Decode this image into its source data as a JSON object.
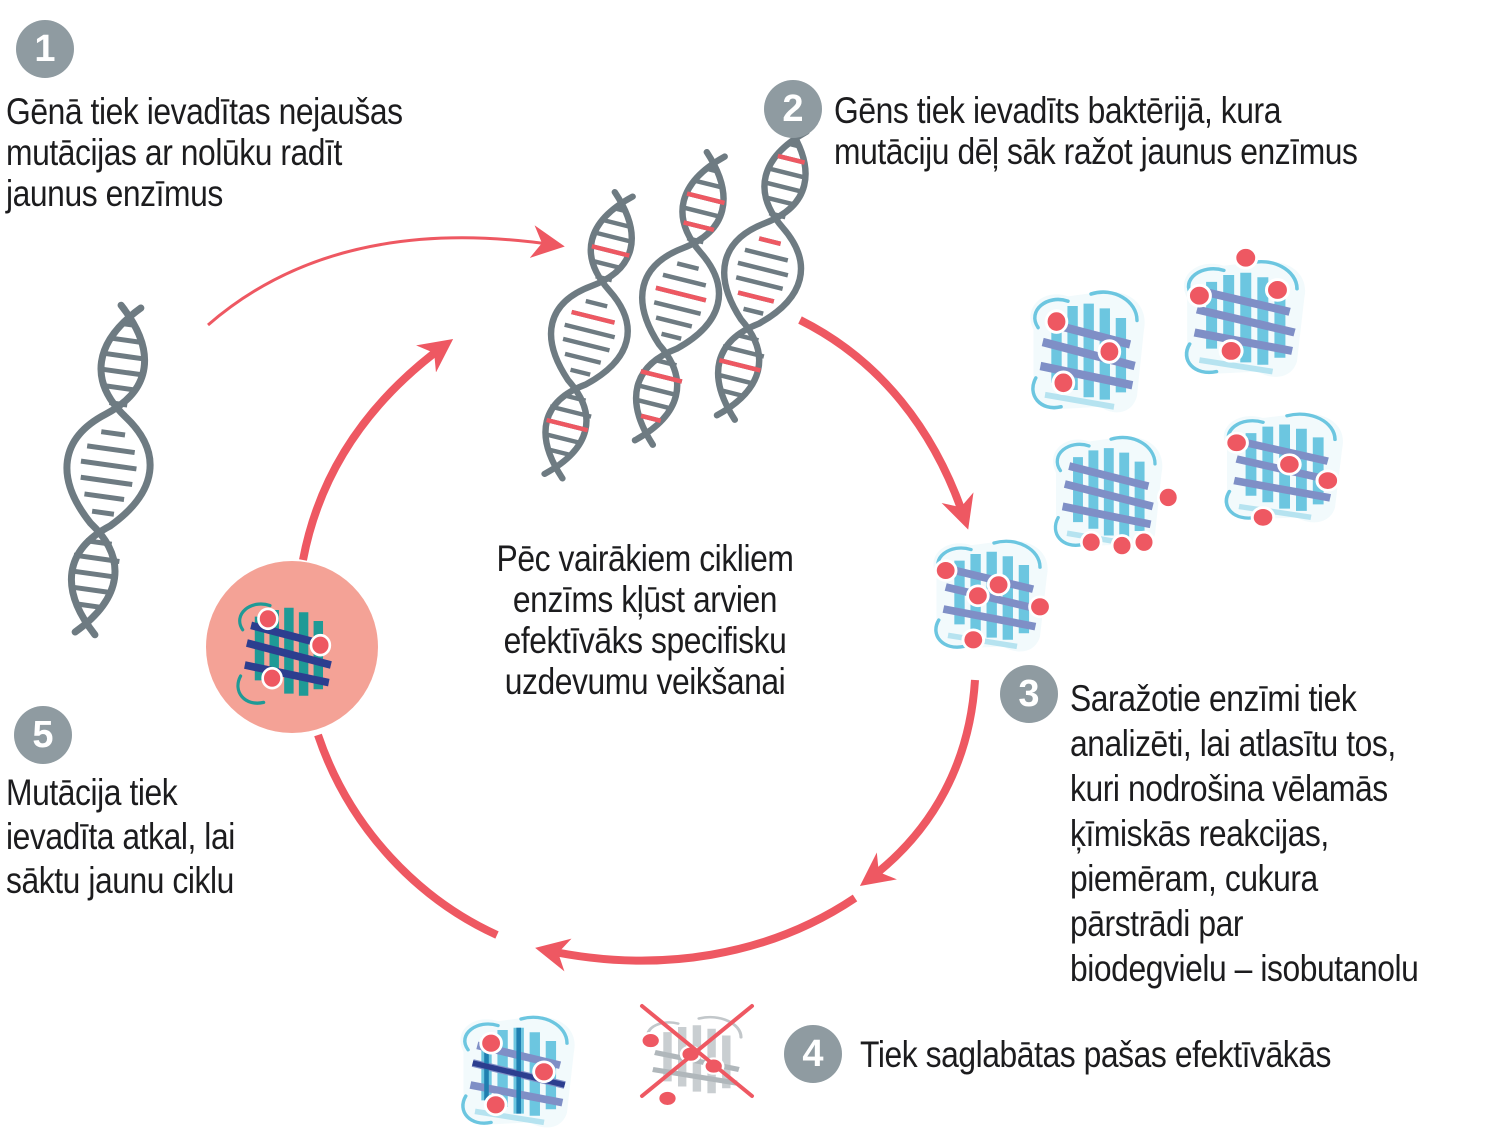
{
  "steps": [
    {
      "number": "1",
      "text": "Gēnā tiek ievadītas nejaušas\nmutācijas ar nolūku radīt\njaunus enzīmus"
    },
    {
      "number": "2",
      "text": "Gēns tiek ievadīts baktērijā, kura\nmutāciju dēļ sāk ražot jaunus enzīmus"
    },
    {
      "number": "3",
      "text": "Saražotie enzīmi tiek\nanalizēti, lai atlasītu tos,\nkuri nodrošina vēlamās\nķīmiskās reakcijas,\npiemēram, cukura\npārstrādi par\nbiodegvielu – isobutanolu"
    },
    {
      "number": "4",
      "text": "Tiek saglabātas pašas efektīvākās"
    },
    {
      "number": "5",
      "text": "Mutācija tiek\nievadīta atkal, lai\nsāktu jaunu ciklu"
    }
  ],
  "center_text": "Pēc vairākiem cikliem\nenzīms kļūst arvien\nefektīvāks specifisku\nuzdevumu veikšanai",
  "colors": {
    "arrow": "#ee5862",
    "dna": "#6e7b82",
    "mutation": "#ee5862",
    "badge": "#8f9ba1",
    "enzyme_light": "#6cc6e0",
    "enzyme_dark": "#7f8fc6",
    "enzyme_teal": "#1f9a96",
    "highlight_circle": "#f4a296",
    "rejected": "#c2c7ca"
  },
  "icons": [
    "dna-helix",
    "enzyme-protein",
    "cross-mark",
    "cycle-arrow"
  ]
}
